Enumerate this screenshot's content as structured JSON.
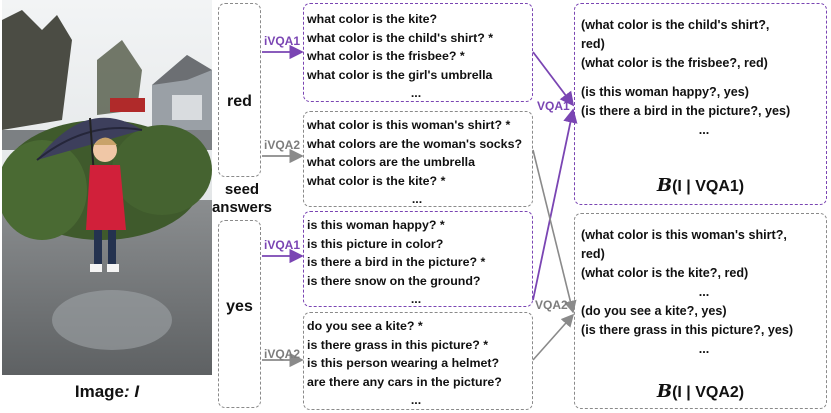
{
  "image_caption": {
    "prefix": "Image",
    "variable": ": I"
  },
  "seed": {
    "answers": [
      "red",
      "yes"
    ],
    "caption_line1": "seed",
    "caption_line2": "answers"
  },
  "edge_labels": {
    "ivqa1": "iVQA1",
    "ivqa2": "iVQA2",
    "vqa1": "VQA1",
    "vqa2": "VQA2"
  },
  "question_boxes": [
    {
      "model": "iVQA1",
      "answer": "red",
      "questions": [
        "what color is the kite?",
        "what color is the child's shirt? *",
        "what color is the frisbee? *",
        "what color is the girl's umbrella"
      ],
      "ellipsis": "..."
    },
    {
      "model": "iVQA2",
      "answer": "red",
      "questions": [
        "what color is this woman's shirt? *",
        "what colors are the woman's socks?",
        "what colors are the umbrella",
        "what color is the kite? *"
      ],
      "ellipsis": "..."
    },
    {
      "model": "iVQA1",
      "answer": "yes",
      "questions": [
        "is this woman happy? *",
        "is this picture in color?",
        "is there a bird in the picture? *",
        "is there snow on the ground?"
      ],
      "ellipsis": "..."
    },
    {
      "model": "iVQA2",
      "answer": "yes",
      "questions": [
        "do you see a kite? *",
        "is there grass in this picture? *",
        "is this person wearing a helmet?",
        "are there any cars in the picture?"
      ],
      "ellipsis": "..."
    }
  ],
  "result_boxes": [
    {
      "group1": [
        "(what color is the child's shirt?,",
        "red)",
        "(what color is the frisbee?, red)"
      ],
      "group2": [
        "(is this woman happy?, yes)",
        "(is there a bird in the picture?, yes)"
      ],
      "ellipsis": "...",
      "title_script": "B",
      "title_rest": "(I | VQA1)"
    },
    {
      "group1": [
        "(what color is this woman's shirt?,",
        "red)",
        "(what color is the kite?, red)"
      ],
      "group2": [
        "(do you see a kite?, yes)",
        "(is there grass in this picture?, yes)"
      ],
      "ellipsis": "...",
      "title_script": "B",
      "title_rest": "(I | VQA2)"
    }
  ],
  "colors": {
    "purple": "#7a45b3",
    "gray": "#8a8a8a"
  }
}
